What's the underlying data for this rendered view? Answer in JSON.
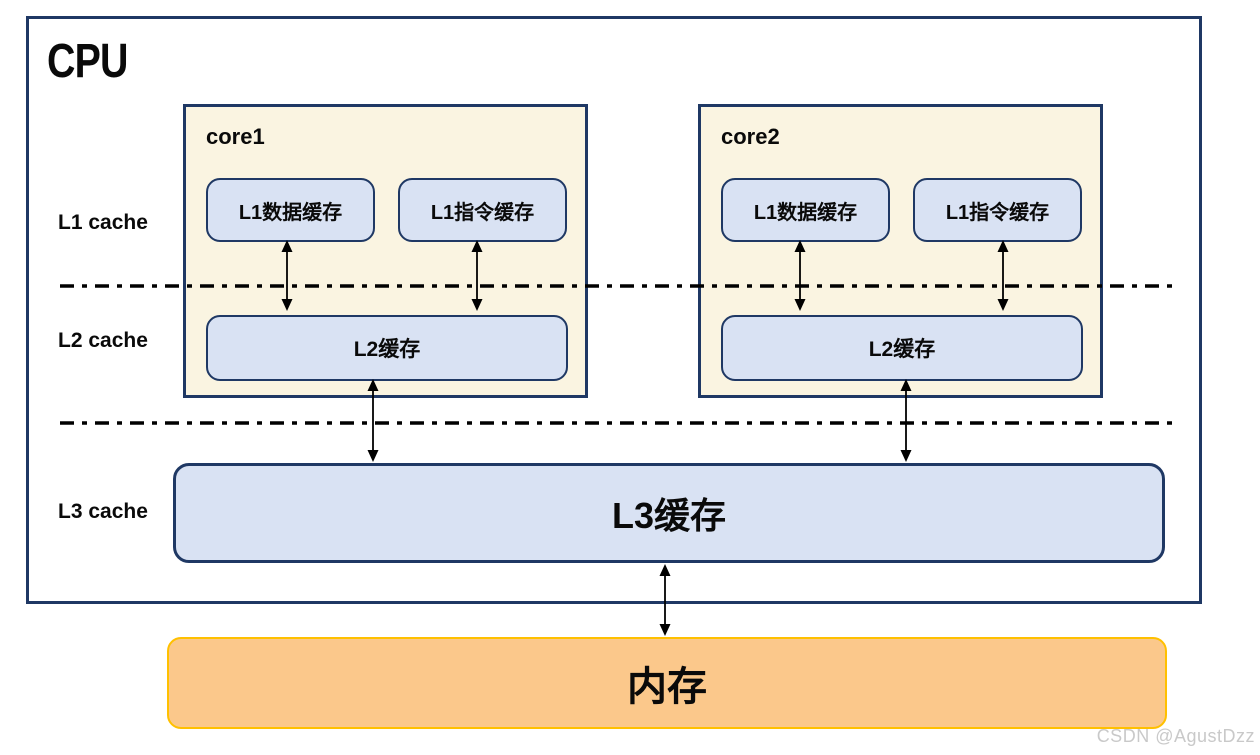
{
  "cpu": {
    "label": "CPU"
  },
  "levels": [
    {
      "label": "L1 cache"
    },
    {
      "label": "L2 cache"
    },
    {
      "label": "L3 cache"
    }
  ],
  "cores": [
    {
      "name": "core1",
      "l1_data": "L1数据缓存",
      "l1_inst": "L1指令缓存",
      "l2": "L2缓存"
    },
    {
      "name": "core2",
      "l1_data": "L1数据缓存",
      "l1_inst": "L1指令缓存",
      "l2": "L2缓存"
    }
  ],
  "l3": {
    "label": "L3缓存"
  },
  "memory": {
    "label": "内存"
  },
  "watermark": "CSDN @AgustDzz",
  "colors": {
    "border_navy": "#1f3864",
    "core_background": "#faf4e1",
    "cache_fill": "#d9e2f3",
    "memory_fill": "#fbc88b",
    "memory_border": "#ffc000",
    "connector_black": "#000000",
    "watermark_gray": "#c9c9c9"
  }
}
